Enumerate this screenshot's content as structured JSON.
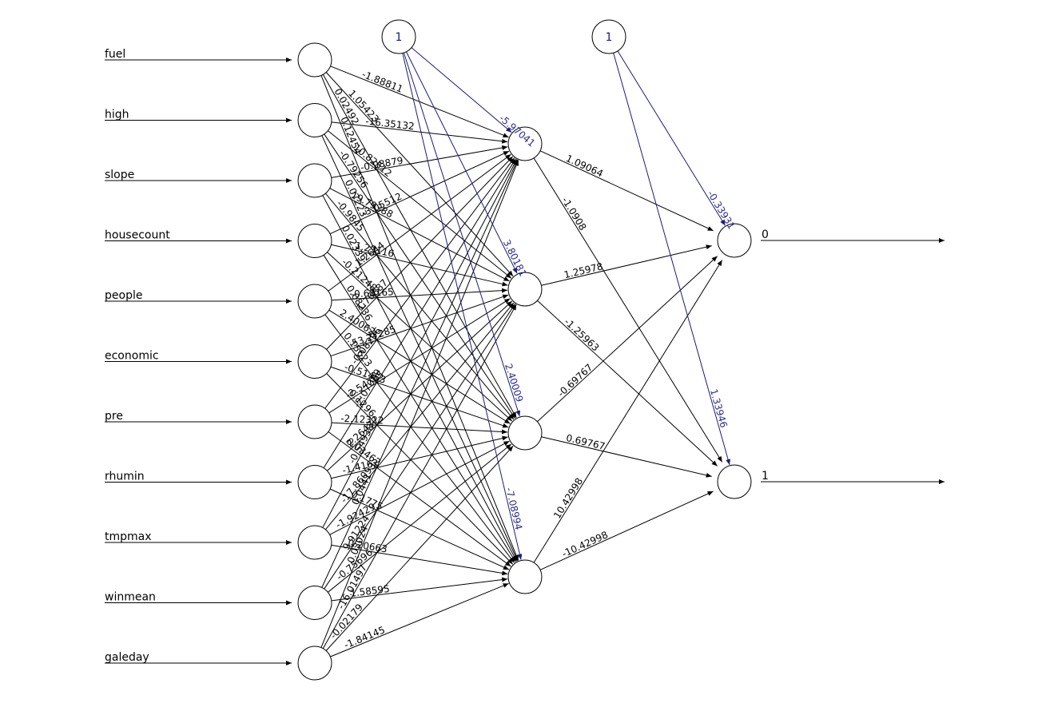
{
  "diagram": {
    "inputs": [
      "fuel",
      "high",
      "slope",
      "housecount",
      "people",
      "economic",
      "pre",
      "rhumin",
      "tmpmax",
      "winmean",
      "galeday"
    ],
    "outputs": [
      "0",
      "1"
    ],
    "bias_label": "1",
    "input_to_hidden_weights": [
      [
        "-1.88811",
        "1.05423",
        "0.02492",
        "0.12454"
      ],
      [
        "-16.35132",
        "10.82512",
        "-0.79256",
        "0.07223"
      ],
      [
        "-0.98879",
        "19.79388",
        "-0.9845",
        "0.02339"
      ],
      [
        "-3.05512",
        "1.29116",
        "-0.21248",
        "0.08236"
      ],
      [
        "1.2644",
        "-0.68165",
        "2.40062",
        "0.15623"
      ],
      [
        "1.76887",
        "53.27285",
        "-0.51463",
        "0.1296"
      ],
      [
        "-0.08296",
        "-2.54705",
        "-2.12322",
        "0.03462"
      ],
      [
        "-2.07089",
        "2.26437",
        "-1.4162",
        "0.1775"
      ],
      [
        "-0.54938",
        "-17.86093",
        "-1.92429",
        "0.20663"
      ],
      [
        "0.0441",
        "9.91224",
        "-0.75696",
        "1.58595"
      ],
      [
        "0.03024",
        "-16.01497",
        "-0.02179",
        "-1.84145"
      ]
    ],
    "hidden_bias_weights": [
      "-5.97041",
      "3.80181",
      "2.40009",
      "-7.08994"
    ],
    "hidden_to_output_weights": [
      [
        "1.09064",
        "-1.0908"
      ],
      [
        "1.25978",
        "-1.25963"
      ],
      [
        "-0.69767",
        "0.69767"
      ],
      [
        "10.42998",
        "-10.42998"
      ]
    ],
    "output_bias_weights": [
      "-0.33931",
      "1.33946"
    ]
  }
}
